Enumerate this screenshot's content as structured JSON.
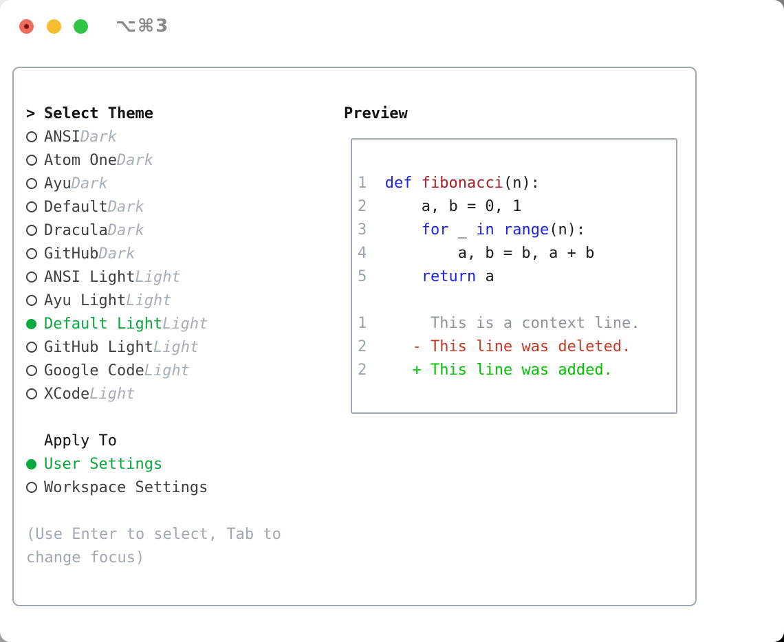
{
  "titlebar": {
    "title": "⌥⌘3",
    "buttons": [
      "close",
      "minimize",
      "zoom"
    ]
  },
  "theme_list": {
    "cursor": ">",
    "header": "Select Theme",
    "items": [
      {
        "name": "ANSI",
        "tag": "Dark",
        "selected": false
      },
      {
        "name": "Atom One",
        "tag": "Dark",
        "selected": false
      },
      {
        "name": "Ayu",
        "tag": "Dark",
        "selected": false
      },
      {
        "name": "Default",
        "tag": "Dark",
        "selected": false
      },
      {
        "name": "Dracula",
        "tag": "Dark",
        "selected": false
      },
      {
        "name": "GitHub",
        "tag": "Dark",
        "selected": false
      },
      {
        "name": "ANSI Light",
        "tag": "Light",
        "selected": false
      },
      {
        "name": "Ayu Light",
        "tag": "Light",
        "selected": false
      },
      {
        "name": "Default Light",
        "tag": "Light",
        "selected": true
      },
      {
        "name": "GitHub Light",
        "tag": "Light",
        "selected": false
      },
      {
        "name": "Google Code",
        "tag": "Light",
        "selected": false
      },
      {
        "name": "XCode",
        "tag": "Light",
        "selected": false
      }
    ]
  },
  "apply_to": {
    "header": "Apply To",
    "options": [
      {
        "name": "User Settings",
        "selected": true
      },
      {
        "name": "Workspace Settings",
        "selected": false
      }
    ]
  },
  "hint": {
    "line1": "(Use Enter to select, Tab to",
    "line2": "change focus)"
  },
  "preview": {
    "header": "Preview",
    "lines": [
      [],
      [
        [
          "num",
          "1"
        ],
        [
          "pl",
          "  "
        ],
        [
          "kw",
          "def"
        ],
        [
          "pl",
          " "
        ],
        [
          "fn",
          "fibonacci"
        ],
        [
          "pl",
          "(n):"
        ]
      ],
      [
        [
          "num",
          "2"
        ],
        [
          "pl",
          "      a, b = 0, 1"
        ]
      ],
      [
        [
          "num",
          "3"
        ],
        [
          "pl",
          "      "
        ],
        [
          "kw",
          "for"
        ],
        [
          "pl",
          " _ "
        ],
        [
          "kw",
          "in"
        ],
        [
          "pl",
          " "
        ],
        [
          "kw",
          "range"
        ],
        [
          "pl",
          "(n):"
        ]
      ],
      [
        [
          "num",
          "4"
        ],
        [
          "pl",
          "          a, b = b, a + b"
        ]
      ],
      [
        [
          "num",
          "5"
        ],
        [
          "pl",
          "      "
        ],
        [
          "kw",
          "return"
        ],
        [
          "pl",
          " a"
        ]
      ],
      [],
      [
        [
          "num",
          "1"
        ],
        [
          "ctx",
          "       This is a context line."
        ]
      ],
      [
        [
          "num",
          "2"
        ],
        [
          "pl",
          "     "
        ],
        [
          "del",
          "- This line was deleted."
        ]
      ],
      [
        [
          "num",
          "2"
        ],
        [
          "pl",
          "     "
        ],
        [
          "add",
          "+ This line was added."
        ]
      ]
    ]
  },
  "colors": {
    "traffic_red": "#ED6A5E",
    "traffic_red_dot": "#7E150B",
    "traffic_yellow": "#F5BD2F",
    "traffic_green": "#2FC646",
    "title_text": "#87888C",
    "panel_border": "#9FA8B2",
    "header_text": "#121214",
    "item_text": "#3C4145",
    "tag_text": "#A7AFBA",
    "hint_text": "#A0A9B3",
    "accent_green": "#0AA83E",
    "line_number": "#9AA4AE",
    "keyword": "#1F24E3",
    "function": "#A92024",
    "code_text": "#1C1C1E",
    "context": "#8C959E",
    "deleted": "#C23B27",
    "added": "#00C300"
  }
}
